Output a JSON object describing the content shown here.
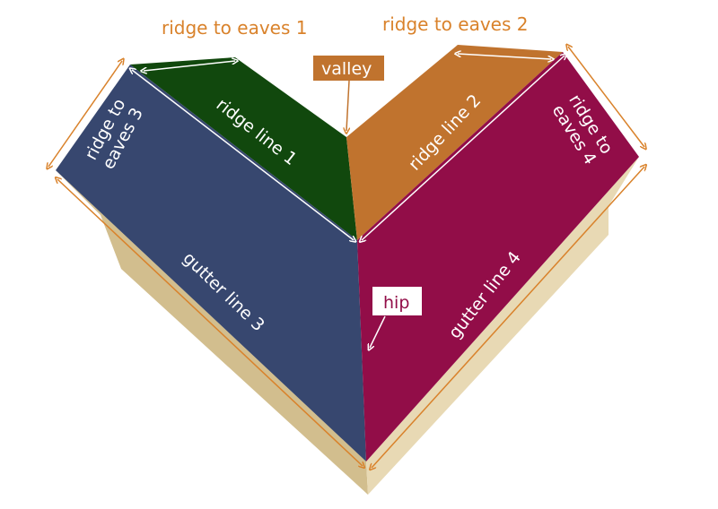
{
  "title_labels": {
    "ridge_to_eaves_1": "ridge to eaves 1",
    "ridge_to_eaves_2": "ridge to eaves 2"
  },
  "callouts": {
    "valley": "valley",
    "hip": "hip"
  },
  "face_labels": {
    "ridge_line_1": "ridge line 1",
    "ridge_line_2": "ridge line 2",
    "ridge_to_eaves_3_a": "ridge to",
    "ridge_to_eaves_3_b": "eaves 3",
    "ridge_to_eaves_4_a": "ridge to",
    "ridge_to_eaves_4_b": "eaves 4",
    "gutter_line_3": "gutter line 3",
    "gutter_line_4": "gutter line 4"
  },
  "colors": {
    "green_face": "#11480d",
    "orange_face": "#c0732e",
    "blue_face": "#37476f",
    "magenta_face": "#920d48",
    "wall_left": "#d2be8e",
    "wall_right": "#e8d9b4",
    "accent": "#d9822b"
  }
}
